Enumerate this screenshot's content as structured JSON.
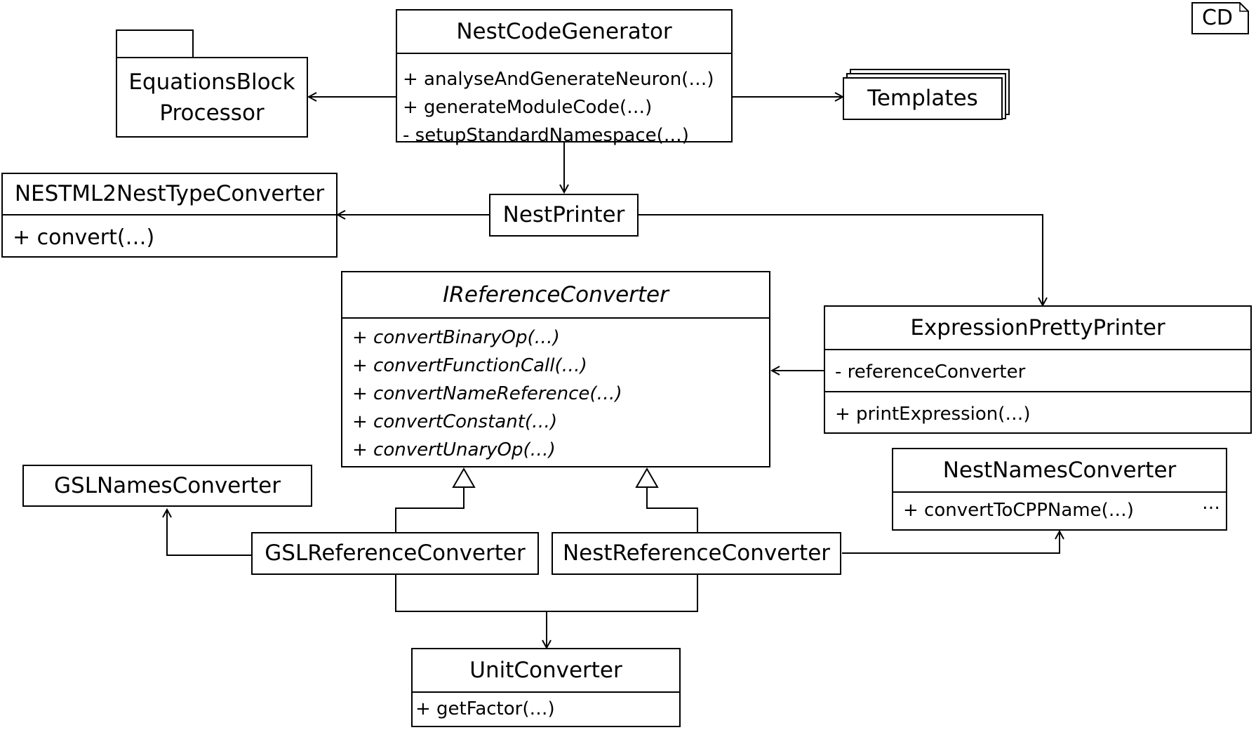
{
  "badge": "CD",
  "classes": {
    "nest_code_generator": {
      "name": "NestCodeGenerator",
      "methods": [
        "+ analyseAndGenerateNeuron(…)",
        "+ generateModuleCode(…)",
        "- setupStandardNamespace(…)"
      ]
    },
    "equations_block_processor": {
      "name_line1": "EquationsBlock",
      "name_line2": "Processor"
    },
    "templates": {
      "name": "Templates"
    },
    "nestml2nest_type_converter": {
      "name": "NESTML2NestTypeConverter",
      "methods": [
        "+ convert(…)"
      ]
    },
    "nest_printer": {
      "name": "NestPrinter"
    },
    "ireference_converter": {
      "name": "IReferenceConverter",
      "methods": [
        "+ convertBinaryOp(…)",
        "+ convertFunctionCall(…)",
        "+ convertNameReference(…)",
        "+ convertConstant(…)",
        "+ convertUnaryOp(…)"
      ]
    },
    "expression_pretty_printer": {
      "name": "ExpressionPrettyPrinter",
      "attributes": [
        "- referenceConverter"
      ],
      "methods": [
        "+ printExpression(…)"
      ]
    },
    "gsl_names_converter": {
      "name": "GSLNamesConverter"
    },
    "nest_names_converter": {
      "name": "NestNamesConverter",
      "methods": [
        "+ convertToCPPName(…)"
      ],
      "more": "…"
    },
    "gsl_reference_converter": {
      "name": "GSLReferenceConverter"
    },
    "nest_reference_converter": {
      "name": "NestReferenceConverter"
    },
    "unit_converter": {
      "name": "UnitConverter",
      "methods": [
        "+ getFactor(…)"
      ]
    }
  }
}
